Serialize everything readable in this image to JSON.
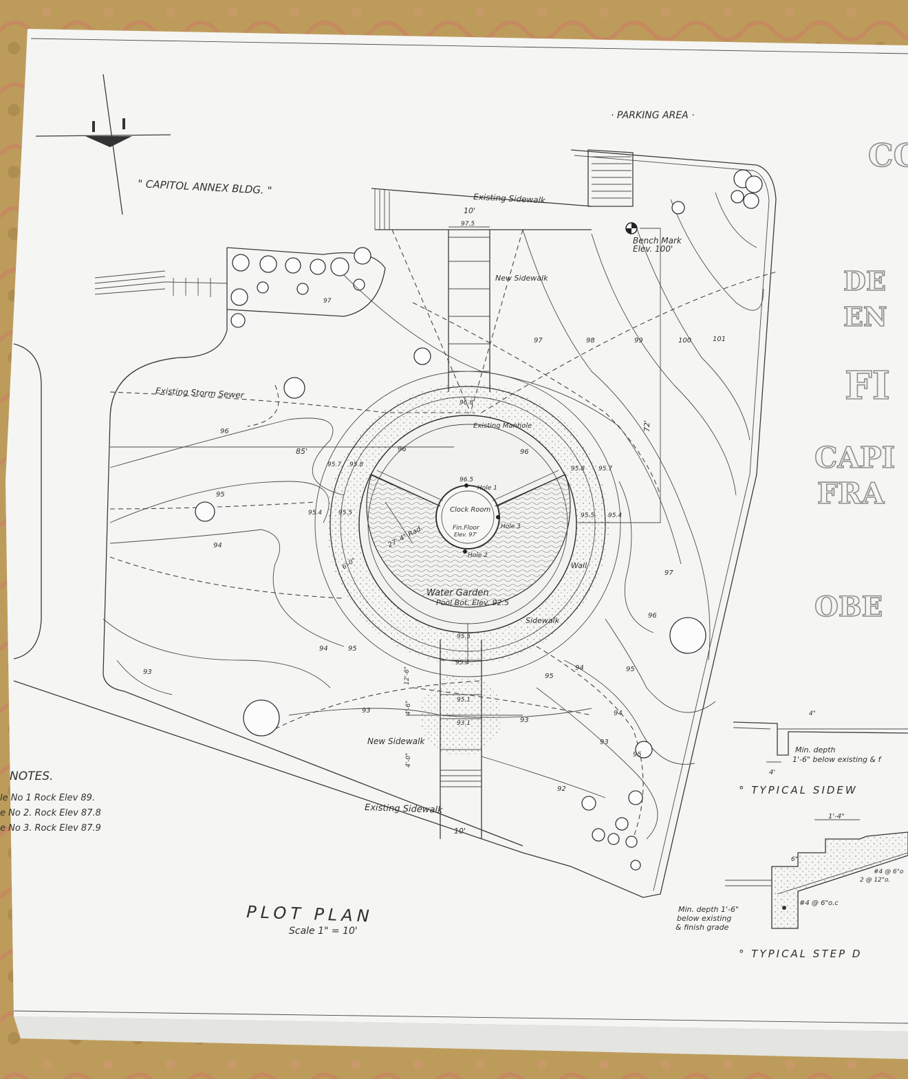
{
  "title_fragments": [
    "CO",
    "DE",
    "EN",
    "FI",
    "CAPI",
    "FRA",
    "OBE"
  ],
  "site_labels": {
    "parking_area": "· PARKING AREA ·",
    "annex": "\" CAPITOL ANNEX BLDG. \"",
    "existing_sidewalk_top": "Existing Sidewalk",
    "new_sidewalk_top": "New Sidewalk",
    "bench_mark": "Bench Mark",
    "bench_mark_elev": "Elev. 100'",
    "storm_sewer": "Existing Storm Sewer",
    "manhole": "Existing Manhole",
    "clock_room": "Clock Room",
    "fin_floor": "Fin.Floor",
    "fin_floor_elev": "Elev. 97'",
    "water_garden": "Water Garden",
    "pool_elev": "Pool Bot. Elev. 92.5",
    "wall": "Wall",
    "sidewalk": "Sidewalk",
    "new_sidewalk_bottom": "New Sidewalk",
    "existing_sidewalk_bottom": "Existing Sidewalk",
    "hole1": "Hole 1",
    "hole2": "Hole 2",
    "hole3": "Hole 3",
    "rad": "27'-4\" Rad."
  },
  "dimensions": {
    "top_walk": "10'",
    "bottom_walk": "10'",
    "d85": "85'",
    "d72": "72'",
    "d60": "6'-0\"",
    "d125": "12'-6\"",
    "d45": "4'-6\"",
    "d40": "4'-0\""
  },
  "spot_elevations": [
    "97.5",
    "96.8",
    "95.7",
    "95.8",
    "96.5",
    "95.8",
    "95.7",
    "95.4",
    "95.5",
    "95.5",
    "95.4",
    "95.5",
    "95.4",
    "95.1",
    "93.1"
  ],
  "contours": [
    "97",
    "97",
    "98",
    "99",
    "100",
    "101",
    "96",
    "96",
    "96",
    "95",
    "94",
    "94",
    "95",
    "93",
    "93",
    "93",
    "92",
    "93",
    "94",
    "95",
    "95",
    "96",
    "97",
    "94",
    "95"
  ],
  "notes": {
    "heading": "NOTES.",
    "items": [
      "le No 1  Rock Elev  89.",
      "e No 2.  Rock Elev  87.8",
      "e No 3.  Rock Elev  87.9"
    ]
  },
  "plot_plan": {
    "title": "PLOT PLAN",
    "scale": "Scale 1\" = 10'"
  },
  "details": {
    "sidewalk_title": "° TYPICAL SIDEW",
    "sidewalk_note1": "Min. depth",
    "sidewalk_note2": "1'-6\" below existing & f",
    "sidewalk_dim1": "4'",
    "sidewalk_dim2": "4\"",
    "step_title": "° TYPICAL STEP D",
    "step_note1": "Min. depth 1'-6\"",
    "step_note2": "below existing",
    "step_note3": "& finish grade",
    "step_dim": "1'-4\"",
    "step_dim2": "6\"",
    "rebar1": "#4 @ 6\"o",
    "rebar2": "2 @ 12\"o.",
    "rebar3": "#4 @ 6\"o.c"
  }
}
